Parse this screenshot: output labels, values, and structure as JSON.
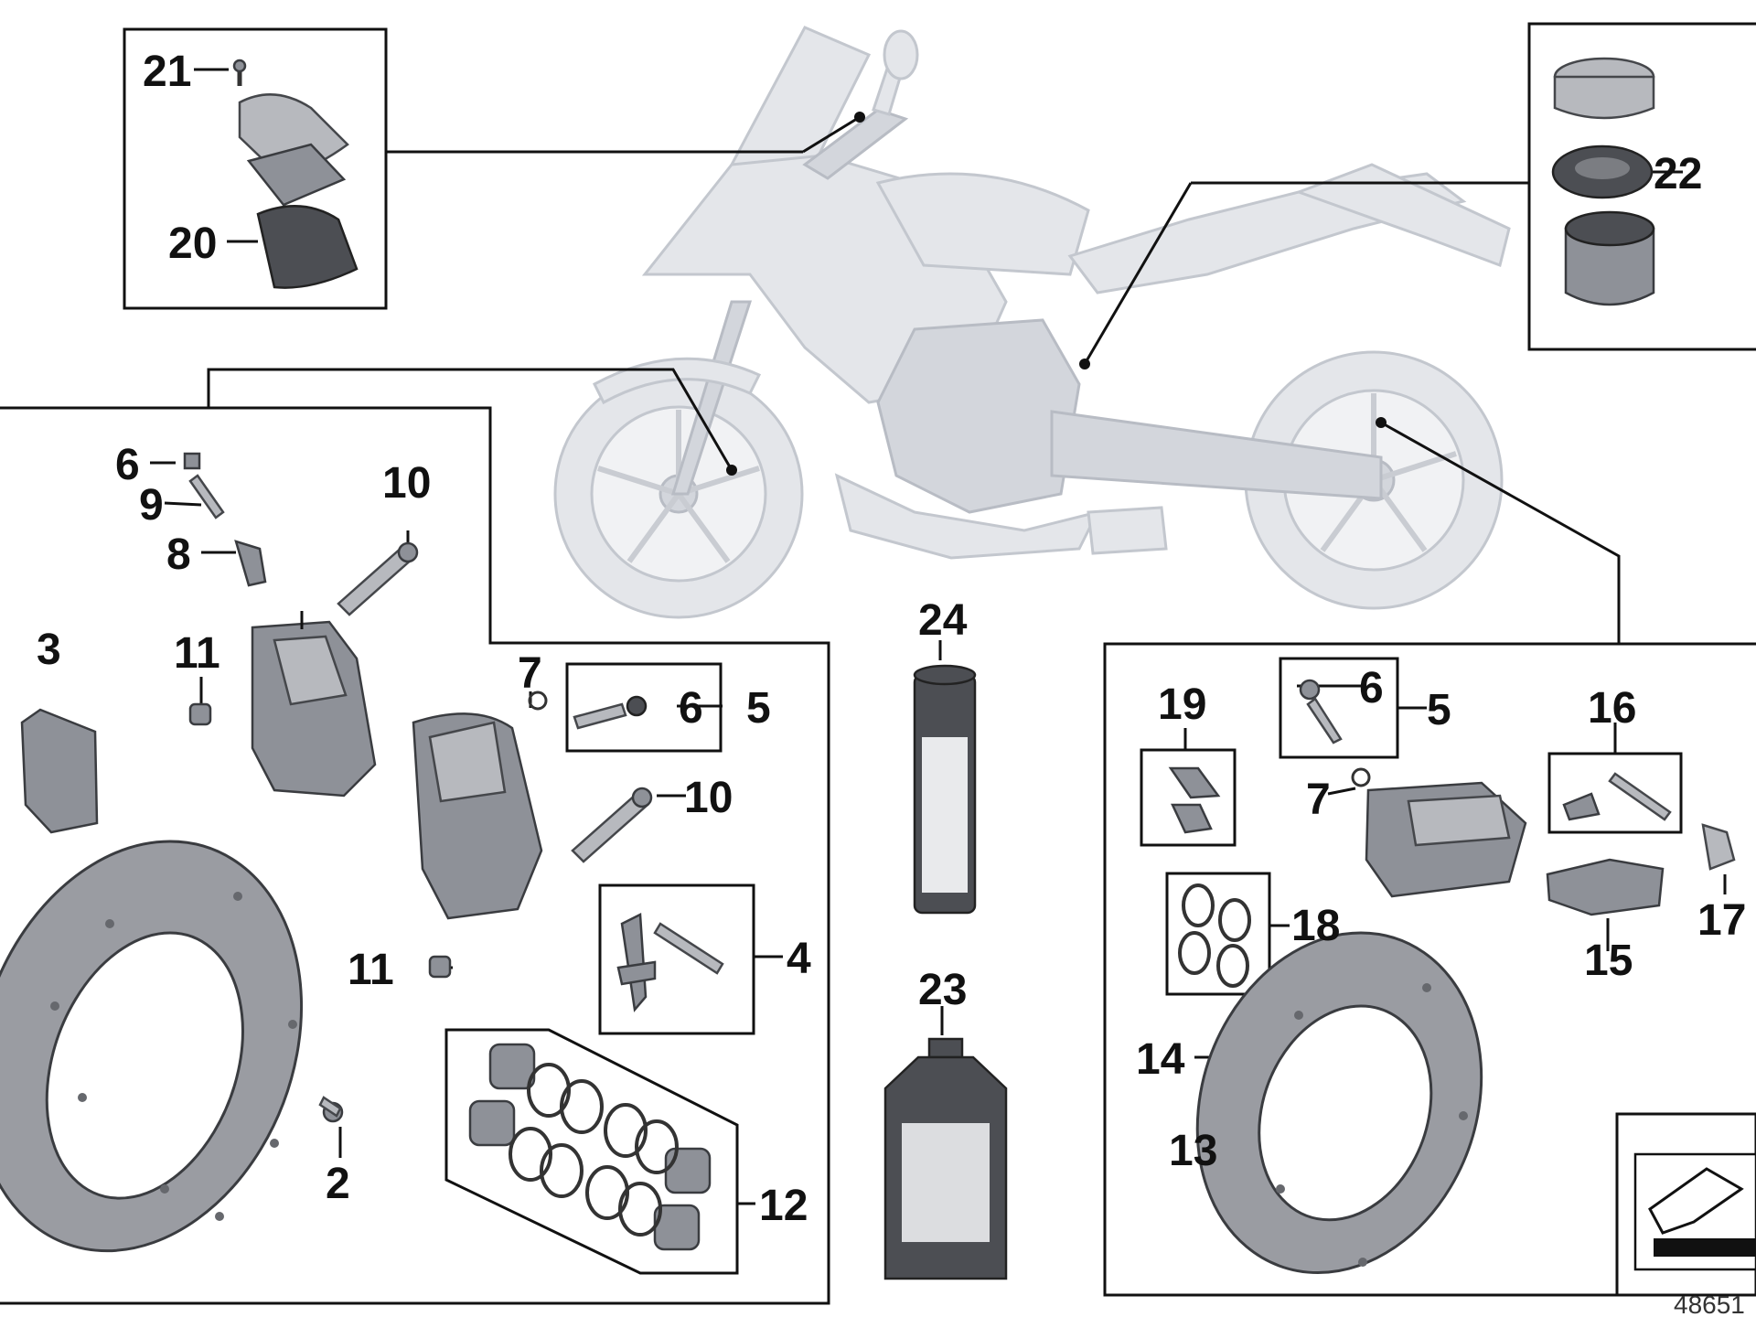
{
  "labels": {
    "l2": "2",
    "l3": "3",
    "l4": "4",
    "l5a": "5",
    "l5b": "5",
    "l6a": "6",
    "l6b": "6",
    "l6c": "6",
    "l7a": "7",
    "l7b": "7",
    "l8": "8",
    "l9": "9",
    "l10a": "10",
    "l10b": "10",
    "l11a": "11",
    "l11b": "11",
    "l12": "12",
    "l13": "13",
    "l14": "14",
    "l15": "15",
    "l16": "16",
    "l17": "17",
    "l18": "18",
    "l19": "19",
    "l20": "20",
    "l21": "21",
    "l22": "22",
    "l23": "23",
    "l24": "24"
  },
  "reference_number": "48651",
  "colors": {
    "line": "#111111",
    "ghost_bike": "#e4e6ea",
    "part": "#8e9198"
  }
}
